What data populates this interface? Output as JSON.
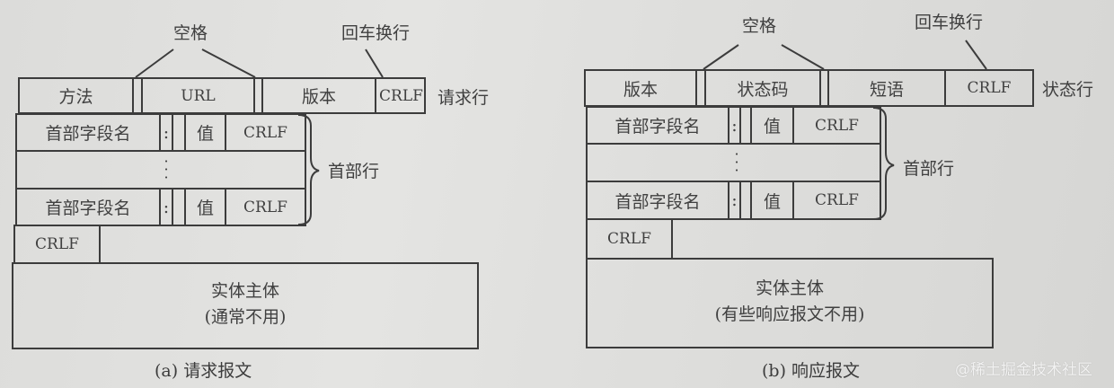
{
  "request": {
    "caption": "(a) 请求报文",
    "annotation_space": "空格",
    "annotation_crlf": "回车换行",
    "request_line": {
      "label": "请求行",
      "cells": [
        "方法",
        "",
        "URL",
        "",
        "版本",
        "CRLF"
      ]
    },
    "header_lines": {
      "label": "首部行",
      "rows": [
        {
          "name": "首部字段名",
          "colon": ":",
          "value": "值",
          "crlf": "CRLF"
        },
        {
          "ellipsis": "⋮"
        },
        {
          "name": "首部字段名",
          "colon": ":",
          "value": "值",
          "crlf": "CRLF"
        }
      ]
    },
    "blank_line": "CRLF",
    "body": {
      "title": "实体主体",
      "note": "(通常不用)"
    }
  },
  "response": {
    "caption": "(b) 响应报文",
    "annotation_space": "空格",
    "annotation_crlf": "回车换行",
    "status_line": {
      "label": "状态行",
      "cells": [
        "版本",
        "",
        "状态码",
        "",
        "短语",
        "CRLF"
      ]
    },
    "header_lines": {
      "label": "首部行",
      "rows": [
        {
          "name": "首部字段名",
          "colon": ":",
          "value": "值",
          "crlf": "CRLF"
        },
        {
          "ellipsis": "⋮"
        },
        {
          "name": "首部字段名",
          "colon": ":",
          "value": "值",
          "crlf": "CRLF"
        }
      ]
    },
    "blank_line": "CRLF",
    "body": {
      "title": "实体主体",
      "note": "(有些响应报文不用)"
    }
  },
  "watermark": "@稀土掘金技术社区"
}
